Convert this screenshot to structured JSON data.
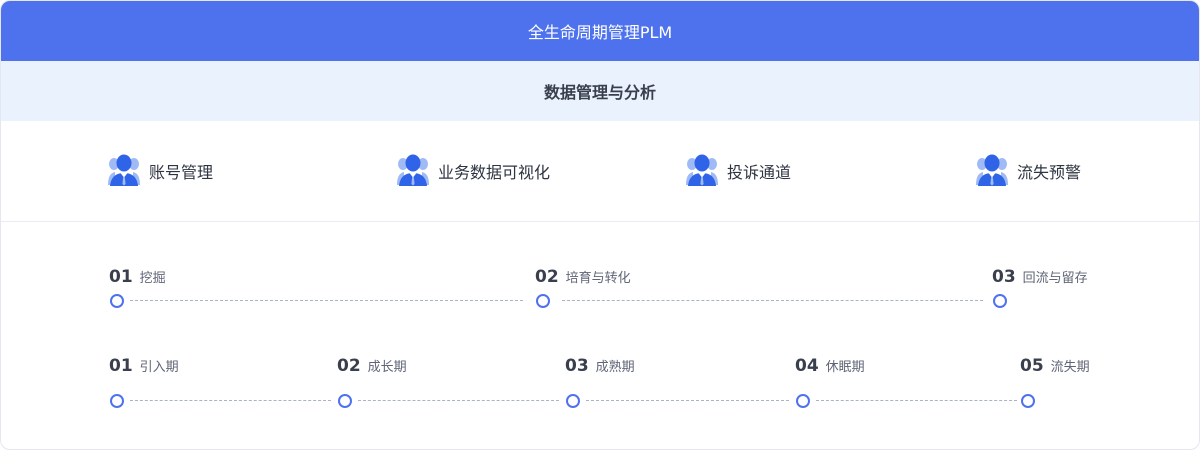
{
  "header": {
    "title": "全生命周期管理PLM"
  },
  "subheader": {
    "title": "数据管理与分析"
  },
  "features": [
    {
      "label": "账号管理",
      "icon": "user-icon"
    },
    {
      "label": "业务数据可视化",
      "icon": "user-icon"
    },
    {
      "label": "投诉通道",
      "icon": "user-icon"
    },
    {
      "label": "流失预警",
      "icon": "user-icon"
    }
  ],
  "timeline_stages": [
    {
      "num": "01",
      "label": "挖掘"
    },
    {
      "num": "02",
      "label": "培育与转化"
    },
    {
      "num": "03",
      "label": "回流与留存"
    }
  ],
  "timeline_lifecycle": [
    {
      "num": "01",
      "label": "引入期"
    },
    {
      "num": "02",
      "label": "成长期"
    },
    {
      "num": "03",
      "label": "成熟期"
    },
    {
      "num": "04",
      "label": "休眠期"
    },
    {
      "num": "05",
      "label": "流失期"
    }
  ],
  "colors": {
    "accent": "#4e72ee",
    "subheader_bg": "#eaf2fd",
    "icon_dark": "#2f63e8",
    "icon_light": "#9fbaf5"
  }
}
